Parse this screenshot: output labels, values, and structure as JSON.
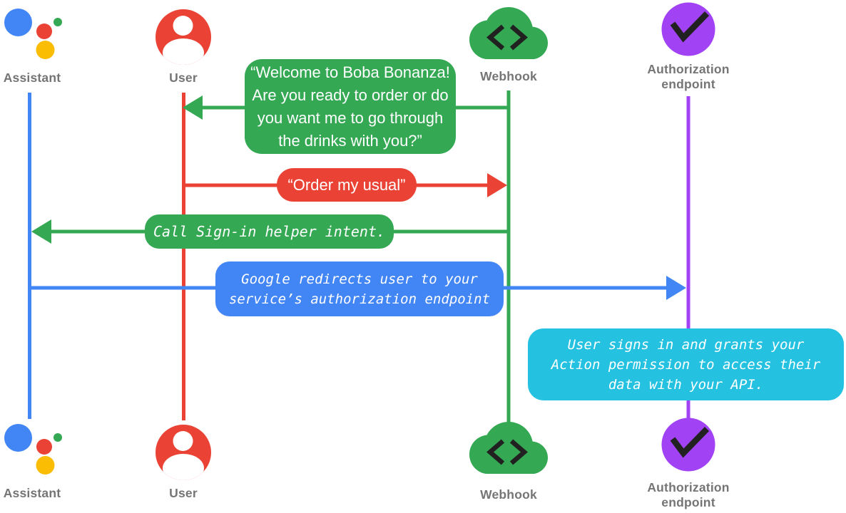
{
  "diagram_type": "sequence-diagram",
  "colors": {
    "assistant_blue": "#4285F4",
    "user_red": "#EA4335",
    "webhook_green": "#34A853",
    "auth_purple": "#A142F4",
    "note_cyan": "#24C1E0",
    "assistant_yellow": "#FBBC04",
    "label_gray": "#757575",
    "glyph_dark": "#212121"
  },
  "actors": [
    {
      "id": "assistant",
      "label": "Assistant"
    },
    {
      "id": "user",
      "label": "User"
    },
    {
      "id": "webhook",
      "label": "Webhook"
    },
    {
      "id": "auth-endpoint",
      "label": "Authorization\nendpoint"
    }
  ],
  "messages": [
    {
      "from": "webhook",
      "to": "user",
      "color": "#34A853",
      "style": "sans",
      "text": "“Welcome to Boba Bonanza!\nAre you ready to order or do\nyou want me to go through\nthe drinks with you?”"
    },
    {
      "from": "user",
      "to": "webhook",
      "color": "#EA4335",
      "style": "sans",
      "text": "“Order my usual”"
    },
    {
      "from": "webhook",
      "to": "assistant",
      "color": "#34A853",
      "style": "mono-italic",
      "text": "Call Sign-in helper intent."
    },
    {
      "from": "assistant",
      "to": "auth-endpoint",
      "color": "#4285F4",
      "style": "mono-italic",
      "text": "Google redirects user to your\nservice’s authorization endpoint"
    },
    {
      "from": "auth-endpoint",
      "to": "auth-endpoint",
      "color": "#24C1E0",
      "style": "mono-italic",
      "text": "User signs in and grants your\nAction permission to access their\ndata with your API."
    }
  ]
}
